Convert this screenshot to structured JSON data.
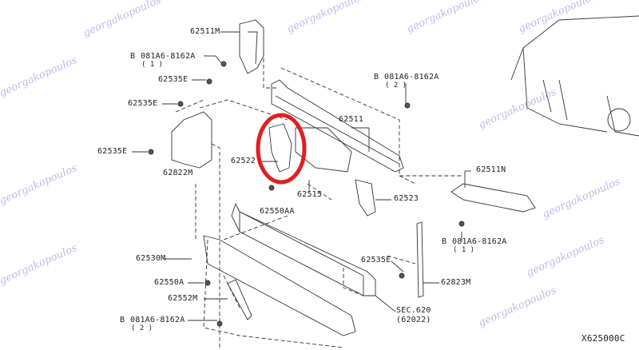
{
  "diagram_code": "X625000C",
  "watermark_text": "georgakopoulos",
  "highlight_color": "#e02020",
  "callouts": [
    {
      "id": "62511M",
      "text": "62511M"
    },
    {
      "id": "bolt1",
      "text": "081A6-8162A",
      "qty": "( 1 )",
      "prefix": "B"
    },
    {
      "id": "62535E_a",
      "text": "62535E"
    },
    {
      "id": "62535E_b",
      "text": "62535E"
    },
    {
      "id": "62535E_c",
      "text": "62535E"
    },
    {
      "id": "62822M",
      "text": "62822M"
    },
    {
      "id": "62511",
      "text": "62511"
    },
    {
      "id": "bolt2",
      "text": "081A6-8162A",
      "qty": "( 2 )",
      "prefix": "B"
    },
    {
      "id": "62522",
      "text": "62522"
    },
    {
      "id": "62515",
      "text": "62515"
    },
    {
      "id": "62550AA",
      "text": "62550AA"
    },
    {
      "id": "62523",
      "text": "62523"
    },
    {
      "id": "62511N",
      "text": "62511N"
    },
    {
      "id": "bolt3",
      "text": "081A6-8162A",
      "qty": "( 1 )",
      "prefix": "B"
    },
    {
      "id": "62530M",
      "text": "62530M"
    },
    {
      "id": "62535E_d",
      "text": "62535E"
    },
    {
      "id": "62550A",
      "text": "62550A"
    },
    {
      "id": "62823M",
      "text": "62823M"
    },
    {
      "id": "62552M",
      "text": "62552M"
    },
    {
      "id": "bolt4",
      "text": "081A6-8162A",
      "qty": "( 2 )",
      "prefix": "B"
    },
    {
      "id": "sec620",
      "text": "SEC.620",
      "qty": "(62022)"
    }
  ]
}
